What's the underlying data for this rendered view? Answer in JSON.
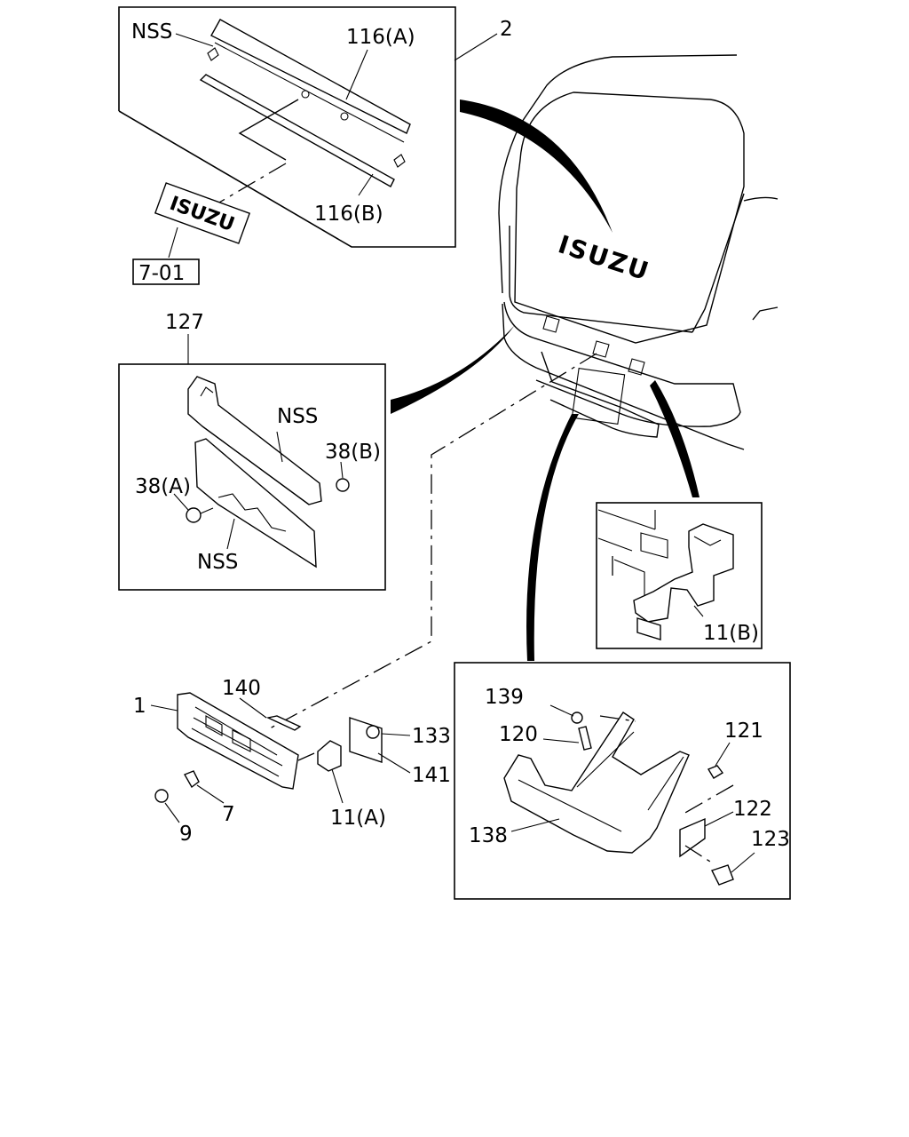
{
  "labels": {
    "nss_top": "NSS",
    "p116a": "116(A)",
    "p116b": "116(B)",
    "p2": "2",
    "ref_701": "7-01",
    "emblem_text": "ISUZU",
    "p127": "127",
    "nss_mid1": "NSS",
    "p38b": "38(B)",
    "p38a": "38(A)",
    "nss_mid2": "NSS",
    "p11b": "11(B)",
    "p140": "140",
    "p1": "1",
    "p133": "133",
    "p141": "141",
    "p11a": "11(A)",
    "p7": "7",
    "p9": "9",
    "p139": "139",
    "p120": "120",
    "p121": "121",
    "p122": "122",
    "p123": "123",
    "p138": "138"
  }
}
